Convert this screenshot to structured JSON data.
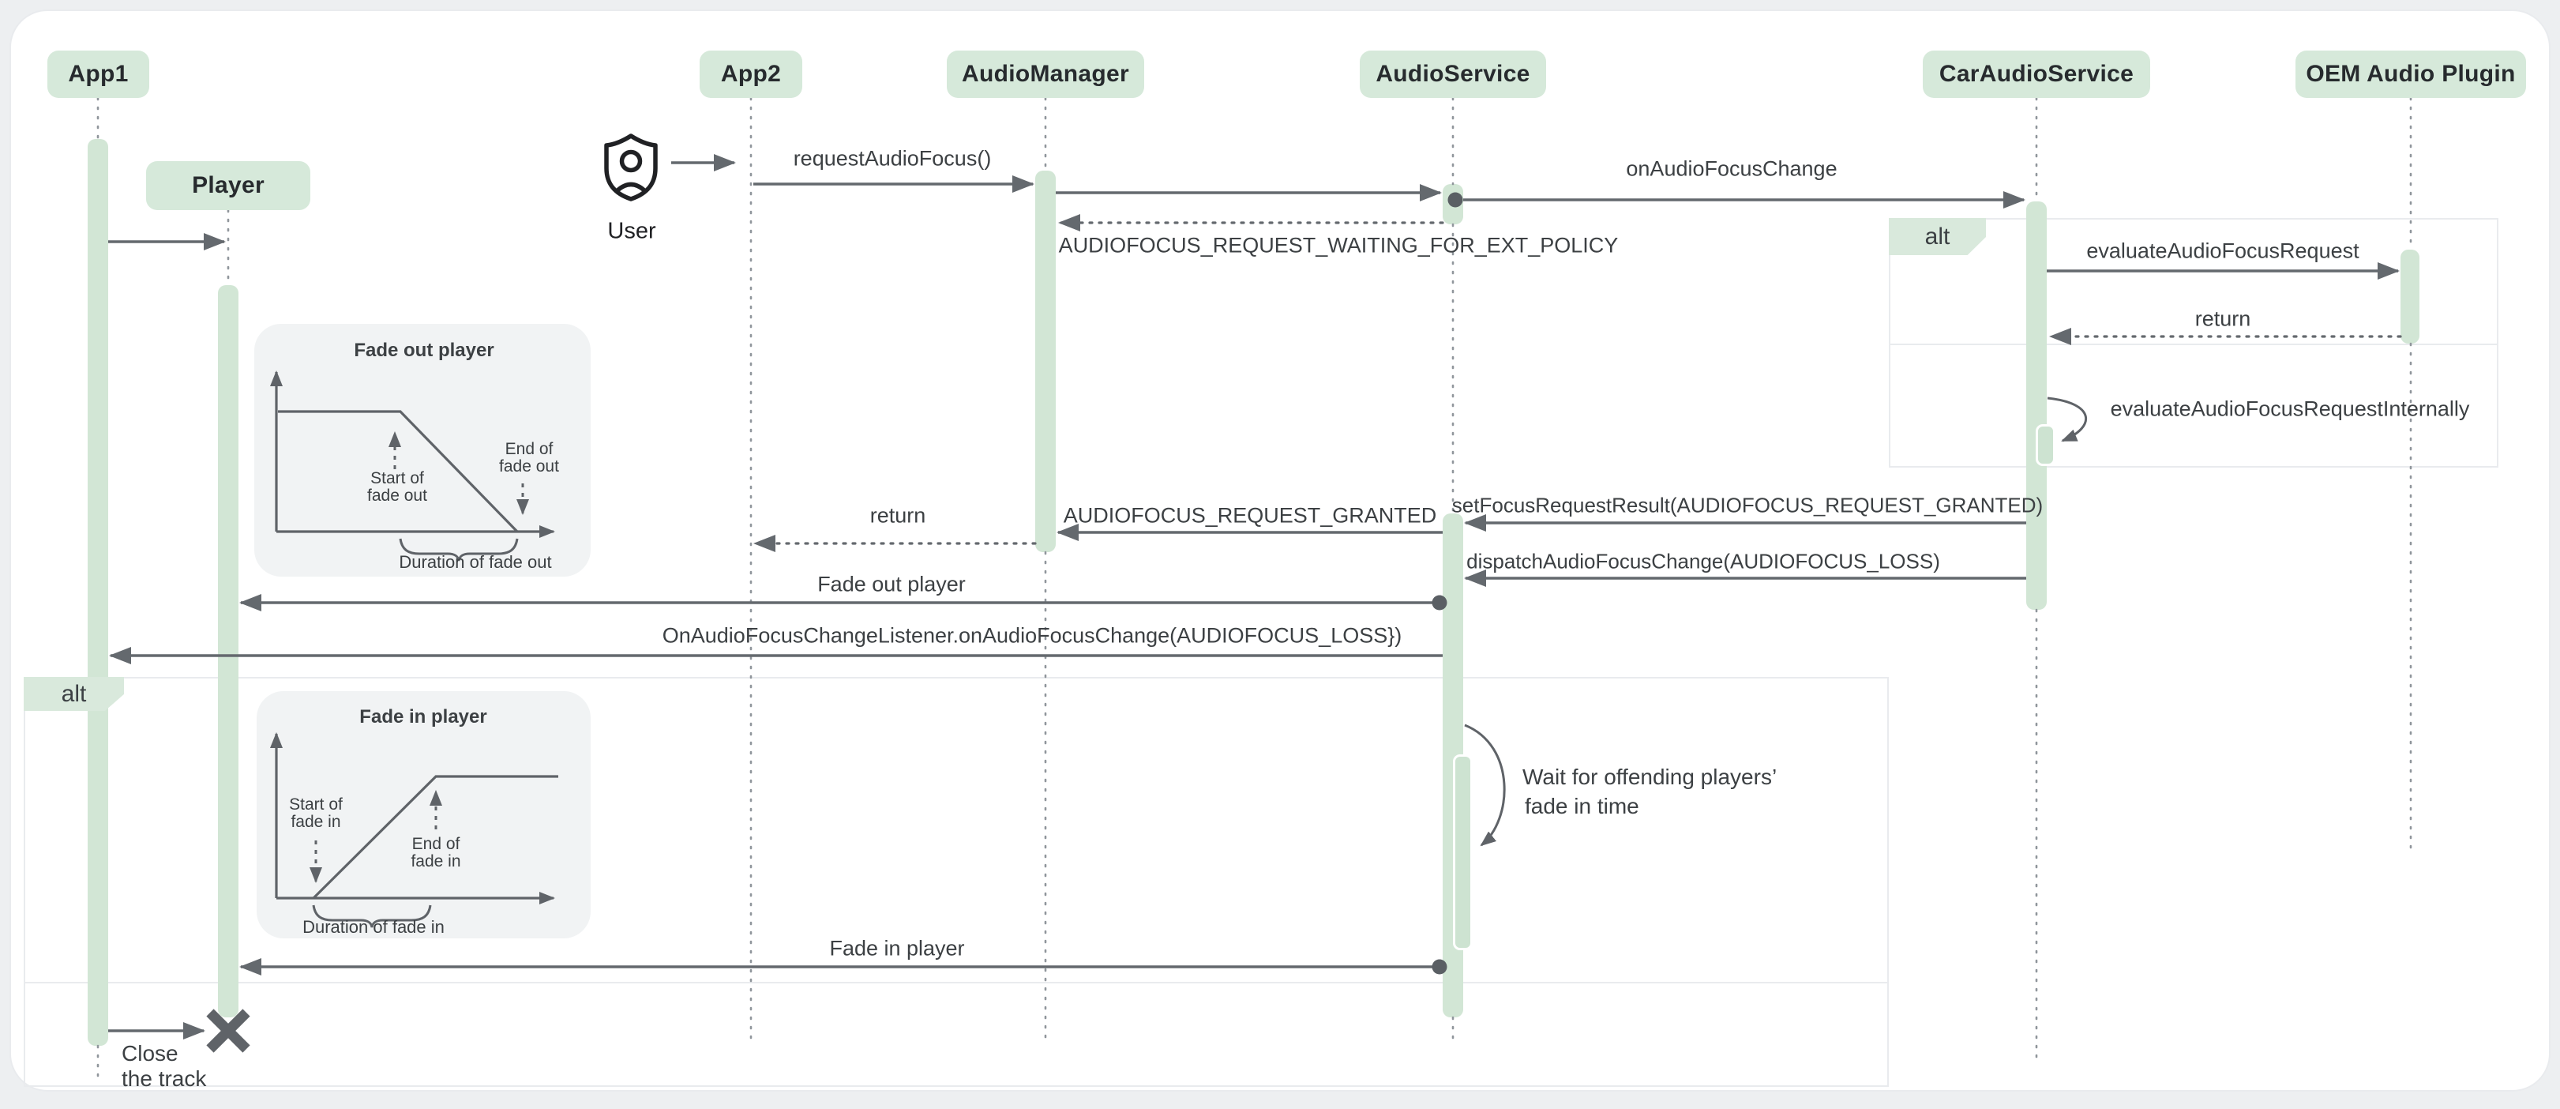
{
  "participants": [
    {
      "label": "App1"
    },
    {
      "label": "Player"
    },
    {
      "label": "App2"
    },
    {
      "label": "AudioManager"
    },
    {
      "label": "AudioService"
    },
    {
      "label": "CarAudioService"
    },
    {
      "label": "OEM Audio Plugin"
    }
  ],
  "actor": {
    "label": "User"
  },
  "frames": [
    {
      "label": "alt"
    },
    {
      "label": "alt"
    }
  ],
  "messages": {
    "request_audio_focus": "requestAudioFocus()",
    "on_audio_focus_change": "onAudioFocusChange",
    "waiting": "AUDIOFOCUS_REQUEST_WAITING_FOR_EXT_POLICY",
    "evaluate": "evaluateAudioFocusRequest",
    "return_oem": "return",
    "evaluate_internally": "evaluateAudioFocusRequestInternally",
    "set_focus_result": "setFocusRequestResult(AUDIOFOCUS_REQUEST_GRANTED)",
    "granted": "AUDIOFOCUS_REQUEST_GRANTED",
    "return_app2": "return",
    "dispatch": "dispatchAudioFocusChange(AUDIOFOCUS_LOSS)",
    "fade_out": "Fade out player",
    "listener": "OnAudioFocusChangeListener.onAudioFocusChange(AUDIOFOCUS_LOSS})",
    "wait_line1": "Wait for offending players’",
    "wait_line2": "fade in time",
    "fade_in": "Fade in player",
    "close_line1": "Close",
    "close_line2": "the track"
  },
  "insets": {
    "fade_out": {
      "title": "Fade out player",
      "start_l1": "Start of",
      "start_l2": "fade out",
      "end_l1": "End of",
      "end_l2": "fade out",
      "duration": "Duration of fade out"
    },
    "fade_in": {
      "title": "Fade in player",
      "start_l1": "Start of",
      "start_l2": "fade in",
      "end_l1": "End of",
      "end_l2": "fade in",
      "duration": "Duration of fade in"
    }
  },
  "colors": {
    "mint_box": "#d6e9da",
    "activation": "#d2e6d5",
    "line": "#64696e",
    "lifeline": "#90969c",
    "text": "#3c4043",
    "frame_border": "#e9ebee",
    "inset_bg": "#f1f3f4",
    "page_bg": "#edeff1"
  }
}
